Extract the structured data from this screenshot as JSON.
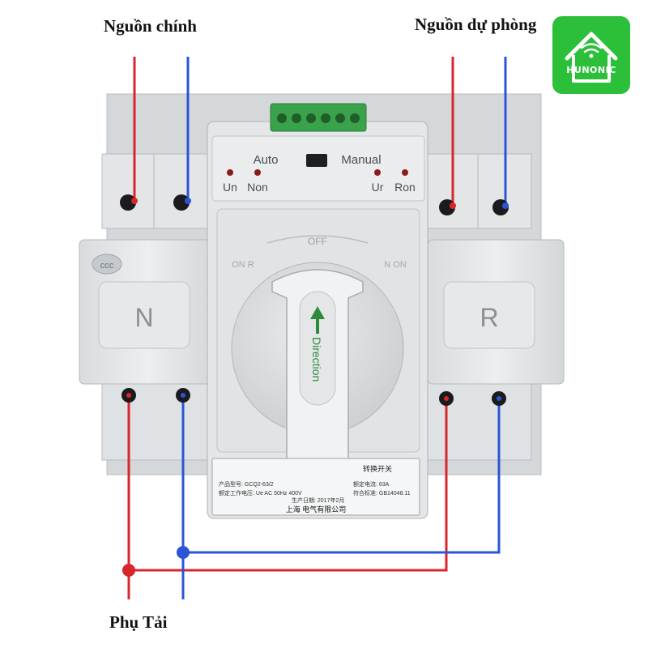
{
  "labels": {
    "main_source": "Nguồn chính",
    "backup_source": "Nguồn dự phòng",
    "load": "Phụ Tải"
  },
  "device": {
    "mode_auto": "Auto",
    "mode_manual": "Manual",
    "indicator_un": "Un",
    "indicator_non": "Non",
    "indicator_ur": "Ur",
    "indicator_ron": "Ron",
    "side_left": "N",
    "side_right": "R",
    "knob_off": "OFF",
    "knob_direction": "Direction",
    "knob_left_marks": "ON   R",
    "knob_right_marks": "N   ON",
    "nameplate_model": "产品型号: GCQ2-63/2",
    "nameplate_voltage": "额定工作电压: Ue AC 50Hz 400V",
    "nameplate_current": "额定电流: 63A",
    "nameplate_standard": "符合标准: GB14048.11",
    "nameplate_date": "生产日期: 2017年2月",
    "nameplate_title": "转换开关",
    "nameplate_company": "上海 电气有限公司"
  },
  "logo": {
    "text": "HUNONIC"
  },
  "colors": {
    "live_wire": "#d9262b",
    "neutral_wire": "#2a55d6",
    "logo_bg": "#2bbf3a"
  }
}
